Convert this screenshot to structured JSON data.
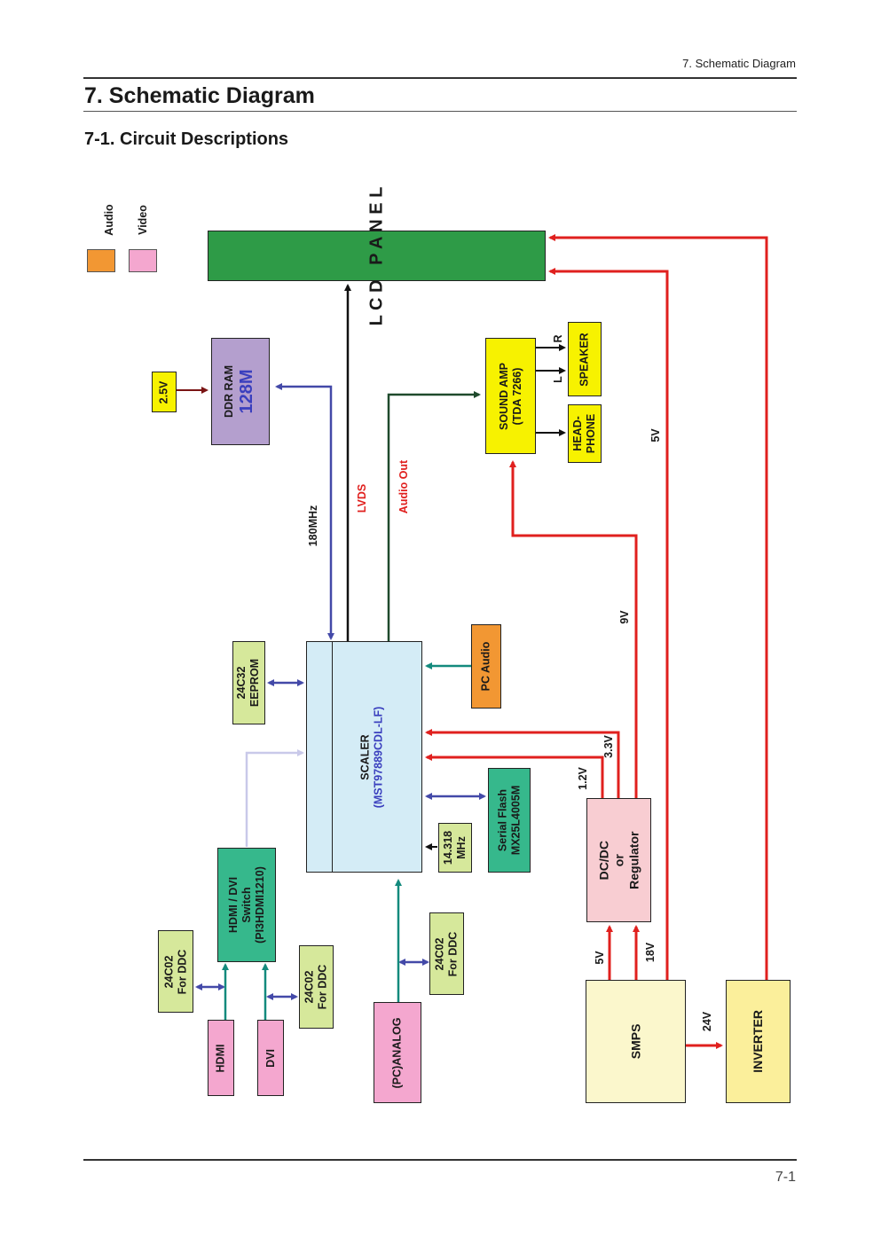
{
  "header": {
    "running_head": "7. Schematic Diagram"
  },
  "chapter_title": "7. Schematic Diagram",
  "section_title": "7-1. Circuit Descriptions",
  "footer": {
    "page_number": "7-1"
  },
  "legend": {
    "audio": "Audio",
    "video": "Video",
    "audio_color": "#f29733",
    "video_color": "#f4a7cf"
  },
  "blocks": {
    "lcd_panel": "L C D   P A N E L",
    "ddr_ram": {
      "line1": "DDR RAM",
      "line2": "128M"
    },
    "ram_supply": "2.5V",
    "sound_amp": {
      "line1": "SOUND AMP",
      "line2": "(TDA 7266)"
    },
    "speaker": "SPEAKER",
    "headphone": {
      "line1": "HEAD-",
      "line2": "PHONE"
    },
    "eeprom": {
      "line1": "24C32",
      "line2": "EEPROM"
    },
    "scaler": {
      "line1": "SCALER",
      "line2": "(MST97889CDL-LF)"
    },
    "pc_audio": "PC Audio",
    "serial_flash": {
      "line1": "Serial Flash",
      "line2": "MX25L4005M"
    },
    "crystal": {
      "line1": "14.318",
      "line2": "MHz"
    },
    "dcdc": {
      "line1": "DC/DC",
      "line2": "or",
      "line3": "Regulator"
    },
    "hdmi_switch": {
      "line1": "HDMI / DVI",
      "line2": "Switch",
      "line3": "(PI3HDMI1210)"
    },
    "ddc_hdmi": {
      "line1": "24C02",
      "line2": "For DDC"
    },
    "ddc_dvi": {
      "line1": "24C02",
      "line2": "For DDC"
    },
    "ddc_analog": {
      "line1": "24C02",
      "line2": "For DDC"
    },
    "hdmi": "HDMI",
    "dvi": "DVI",
    "pc_analog": "(PC)ANALOG",
    "smps": "SMPS",
    "inverter": "INVERTER"
  },
  "signals": {
    "mhz180": "180MHz",
    "lvds": "LVDS",
    "audio_out": "Audio Out",
    "v5_panel": "5V",
    "v9": "9V",
    "v3_3": "3.3V",
    "v1_2": "1.2V",
    "v5_smps": "5V",
    "v18": "18V",
    "v24": "24V",
    "ch_l": "L",
    "ch_r": "R"
  },
  "colors": {
    "lcd_green": "#2e9b47",
    "ram_purple": "#b49fce",
    "yellow": "#f7f200",
    "pale_green": "#d6e89b",
    "scaler_blue": "#d4ecf6",
    "orange": "#f29733",
    "teal": "#36b88c",
    "dcdc_pink": "#f8cdd2",
    "hdmi_pink": "#f4a7cf",
    "smps_cream": "#fbf7cc",
    "inverter_yellow": "#fbef9b",
    "power_red": "#e0201e",
    "bus_blue": "#4349a8",
    "signal_teal": "#138a7d",
    "audio_darkgreen": "#1f4a2c"
  }
}
